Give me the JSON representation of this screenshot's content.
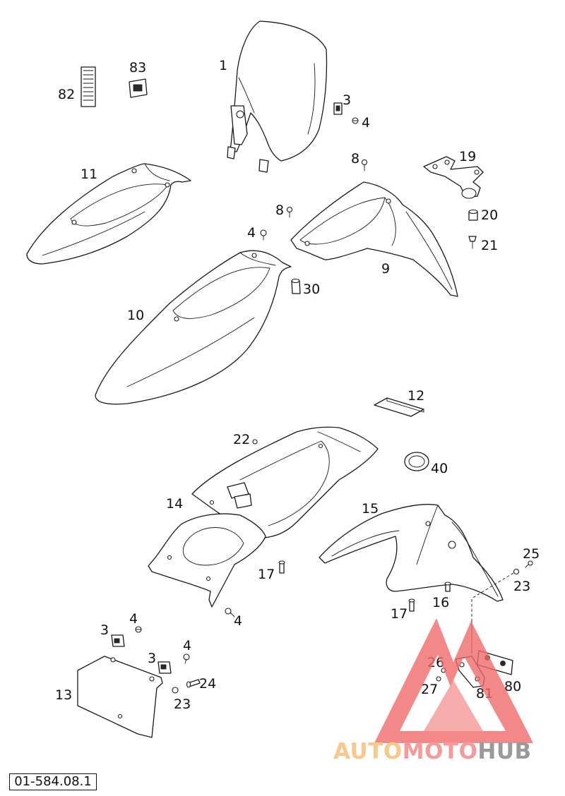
{
  "callouts": [
    {
      "id": "1",
      "label": "1"
    },
    {
      "id": "3a",
      "label": "3"
    },
    {
      "id": "4a",
      "label": "4"
    },
    {
      "id": "82",
      "label": "82"
    },
    {
      "id": "83",
      "label": "83"
    },
    {
      "id": "11",
      "label": "11"
    },
    {
      "id": "8a",
      "label": "8"
    },
    {
      "id": "19",
      "label": "19"
    },
    {
      "id": "20",
      "label": "20"
    },
    {
      "id": "21",
      "label": "21"
    },
    {
      "id": "8b",
      "label": "8"
    },
    {
      "id": "4b",
      "label": "4"
    },
    {
      "id": "9",
      "label": "9"
    },
    {
      "id": "30",
      "label": "30"
    },
    {
      "id": "10",
      "label": "10"
    },
    {
      "id": "12",
      "label": "12"
    },
    {
      "id": "22",
      "label": "22"
    },
    {
      "id": "40",
      "label": "40"
    },
    {
      "id": "14",
      "label": "14"
    },
    {
      "id": "15",
      "label": "15"
    },
    {
      "id": "25",
      "label": "25"
    },
    {
      "id": "17a",
      "label": "17"
    },
    {
      "id": "23a",
      "label": "23"
    },
    {
      "id": "16",
      "label": "16"
    },
    {
      "id": "17b",
      "label": "17"
    },
    {
      "id": "4c",
      "label": "4"
    },
    {
      "id": "4d",
      "label": "4"
    },
    {
      "id": "3b",
      "label": "3"
    },
    {
      "id": "4e",
      "label": "4"
    },
    {
      "id": "3c",
      "label": "3"
    },
    {
      "id": "24",
      "label": "24"
    },
    {
      "id": "13",
      "label": "13"
    },
    {
      "id": "23b",
      "label": "23"
    },
    {
      "id": "26",
      "label": "26"
    },
    {
      "id": "27",
      "label": "27"
    },
    {
      "id": "81",
      "label": "81"
    },
    {
      "id": "80",
      "label": "80"
    }
  ],
  "reference_code": "01-584.08.1",
  "watermark": {
    "part1": "AUTO",
    "part2": "MOTO",
    "part3": "HUB",
    "colors": {
      "auto": "#f7c98a",
      "moto": "#f59a9a",
      "hub": "#9a9a9a",
      "triangle": "#f06b6b"
    }
  }
}
